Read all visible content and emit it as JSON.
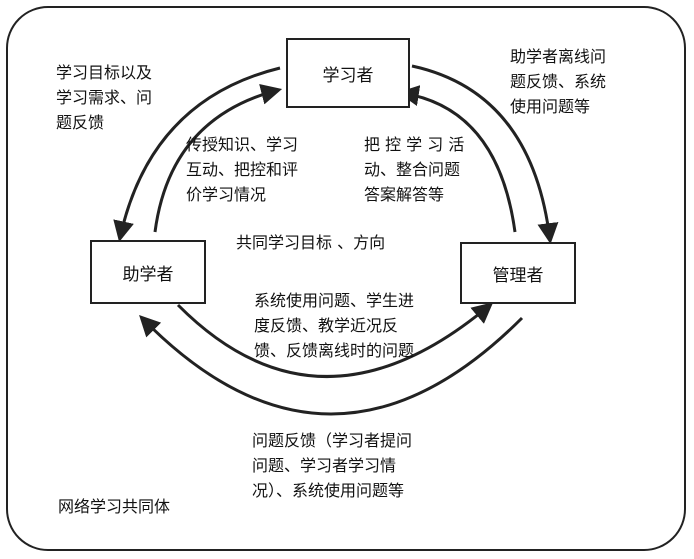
{
  "nodes": {
    "learner": "学习者",
    "helper": "助学者",
    "manager": "管理者"
  },
  "labels": {
    "helper_to_learner": [
      "学习目标以及",
      "学习需求、问",
      "题反馈"
    ],
    "learner_to_helper": [
      "传授知识、学习",
      "互动、把控和评",
      "价学习情况"
    ],
    "learner_to_manager": [
      "助学者离线问",
      "题反馈、系统",
      "使用问题等"
    ],
    "manager_to_learner": [
      "把 控 学 习 活",
      "动、整合问题",
      "答案解答等"
    ],
    "shared_goal": "共同学习目标 、方向",
    "helper_to_manager": [
      "系统使用问题、学生进",
      "度反馈、教学近况反",
      "馈、反馈离线时的问题"
    ],
    "manager_to_helper": [
      "问题反馈（学习者提问",
      "问题、学习者学习情",
      "况）、系统使用问题等"
    ],
    "community": "网络学习共同体"
  }
}
